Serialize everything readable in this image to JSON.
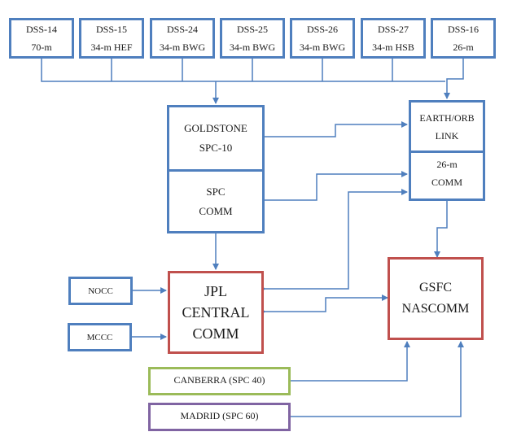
{
  "colors": {
    "connector": "#4f7fbe",
    "station_border": "#4f7fbe",
    "central_border": "#c0504d",
    "canberra_border": "#9bbb59",
    "madrid_border": "#8064a2"
  },
  "stations": [
    {
      "name": "DSS-14",
      "type": "70-m"
    },
    {
      "name": "DSS-15",
      "type": "34-m HEF"
    },
    {
      "name": "DSS-24",
      "type": "34-m BWG"
    },
    {
      "name": "DSS-25",
      "type": "34-m BWG"
    },
    {
      "name": "DSS-26",
      "type": "34-m BWG"
    },
    {
      "name": "DSS-27",
      "type": "34-m HSB"
    },
    {
      "name": "DSS-16",
      "type": "26-m"
    }
  ],
  "goldstone": {
    "line1": "GOLDSTONE",
    "line2": "SPC-10"
  },
  "spc_comm": {
    "line1": "SPC",
    "line2": "COMM"
  },
  "earth_orb": {
    "line1": "EARTH/ORB",
    "line2": "LINK"
  },
  "comm_26m": {
    "line1": "26-m",
    "line2": "COMM"
  },
  "jpl": {
    "line1": "JPL",
    "line2": "CENTRAL",
    "line3": "COMM"
  },
  "gsfc": {
    "line1": "GSFC",
    "line2": "NASCOMM"
  },
  "nocc": {
    "label": "NOCC"
  },
  "mccc": {
    "label": "MCCC"
  },
  "canberra": {
    "label": "CANBERRA (SPC 40)"
  },
  "madrid": {
    "label": "MADRID (SPC 60)"
  }
}
